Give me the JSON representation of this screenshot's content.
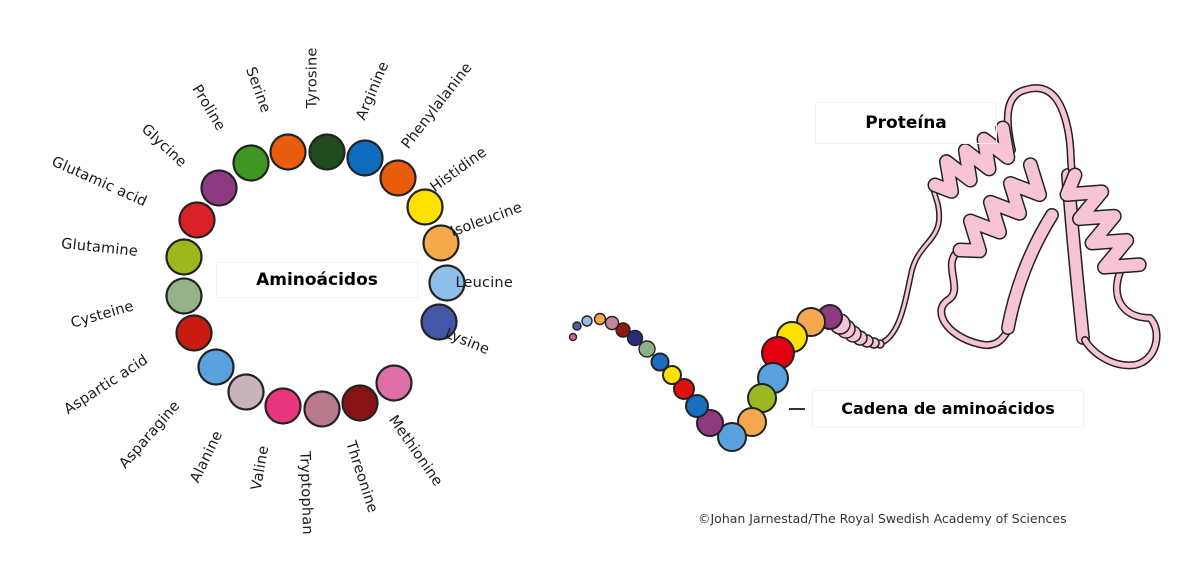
{
  "center_label": "Aminoácidos",
  "protein_label": "Proteína",
  "chain_label": "Cadena de aminoácidos",
  "credit": "©Johan Jarnestad/The Royal Swedish Academy of Sciences",
  "amino_acids": [
    {
      "name": "Lysine",
      "color": "#4556a6"
    },
    {
      "name": "Leucine",
      "color": "#8fbfe8"
    },
    {
      "name": "Isoleucine",
      "color": "#f7a94e"
    },
    {
      "name": "Histidine",
      "color": "#ffe100"
    },
    {
      "name": "Phenylalanine",
      "color": "#e85c0c"
    },
    {
      "name": "Arginine",
      "color": "#0c6bbd"
    },
    {
      "name": "Tyrosine",
      "color": "#1e4a1e"
    },
    {
      "name": "Serine",
      "color": "#e85c0c"
    },
    {
      "name": "Proline",
      "color": "#3f9622"
    },
    {
      "name": "Glycine",
      "color": "#8e3a82"
    },
    {
      "name": "Glutamic acid",
      "color": "#d82127"
    },
    {
      "name": "Glutamine",
      "color": "#9db81c"
    },
    {
      "name": "Cysteine",
      "color": "#95b38a"
    },
    {
      "name": "Aspartic acid",
      "color": "#c81c10"
    },
    {
      "name": "Asparagine",
      "color": "#5aa2dd"
    },
    {
      "name": "Alanine",
      "color": "#c9b4bc"
    },
    {
      "name": "Valine",
      "color": "#e8357b"
    },
    {
      "name": "Tryptophan",
      "color": "#b97a8c"
    },
    {
      "name": "Threonine",
      "color": "#861414"
    },
    {
      "name": "Methionine",
      "color": "#de6ea8"
    }
  ],
  "chain_colors": [
    "#e060a0",
    "#4a5fb0",
    "#90c0e8",
    "#f5a850",
    "#c08898",
    "#8b1a1a",
    "#2a2a7a",
    "#90b088",
    "#1a6ec0",
    "#ffe000",
    "#e01010",
    "#1a6ec0",
    "#8e3a80",
    "#5aa0dc",
    "#f5a850",
    "#9ab820",
    "#5aa0dc",
    "#e00010",
    "#ffe000",
    "#f5a850",
    "#8e3a80"
  ],
  "colors": {
    "protein_fill": "#f6c4d6",
    "outline": "#222222"
  }
}
